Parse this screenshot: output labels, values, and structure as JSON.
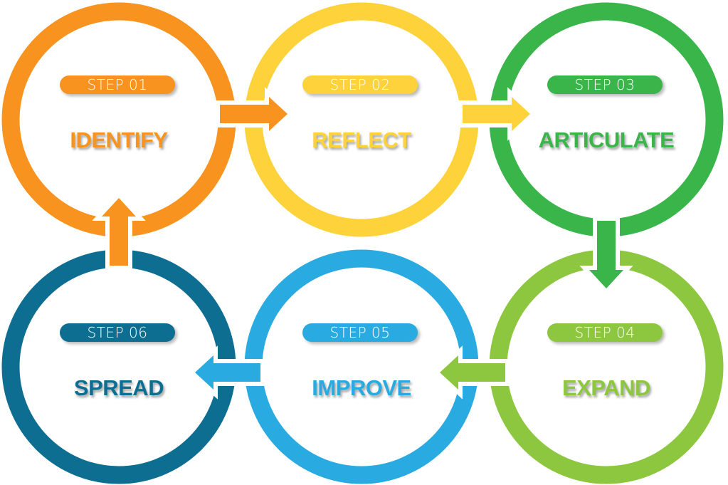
{
  "diagram": {
    "type": "cycle",
    "steps": [
      {
        "badge": "STEP 01",
        "title": "IDENTIFY",
        "color": "#F7931E"
      },
      {
        "badge": "STEP 02",
        "title": "REFLECT",
        "color": "#FDD23A"
      },
      {
        "badge": "STEP 03",
        "title": "ARTICULATE",
        "color": "#39B54A"
      },
      {
        "badge": "STEP 04",
        "title": "EXPAND",
        "color": "#8DC63F"
      },
      {
        "badge": "STEP 05",
        "title": "IMPROVE",
        "color": "#29ABE2"
      },
      {
        "badge": "STEP 06",
        "title": "SPREAD",
        "color": "#0E6E92"
      }
    ],
    "arrows": [
      {
        "from": "STEP 01",
        "to": "STEP 02",
        "direction": "right",
        "color": "#F7931E"
      },
      {
        "from": "STEP 02",
        "to": "STEP 03",
        "direction": "right",
        "color": "#FDD23A"
      },
      {
        "from": "STEP 03",
        "to": "STEP 04",
        "direction": "down",
        "color": "#39B54A"
      },
      {
        "from": "STEP 04",
        "to": "STEP 05",
        "direction": "left",
        "color": "#8DC63F"
      },
      {
        "from": "STEP 05",
        "to": "STEP 06",
        "direction": "left",
        "color": "#29ABE2"
      },
      {
        "from": "STEP 06",
        "to": "STEP 01",
        "direction": "up",
        "color": "#F7931E"
      }
    ]
  }
}
